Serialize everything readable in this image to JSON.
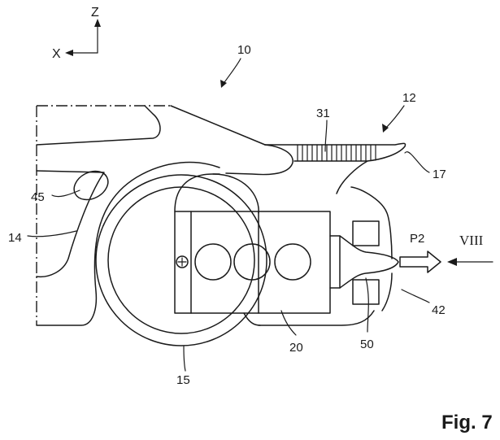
{
  "axes": {
    "z_label": "Z",
    "x_label": "X"
  },
  "references": {
    "r10": "10",
    "r12": "12",
    "r31": "31",
    "r17": "17",
    "r45": "45",
    "r14": "14",
    "r15": "15",
    "r20": "20",
    "r50": "50",
    "r42": "42",
    "rP2": "P2",
    "rVIII": "VIII"
  },
  "figure_label": "Fig. 7"
}
